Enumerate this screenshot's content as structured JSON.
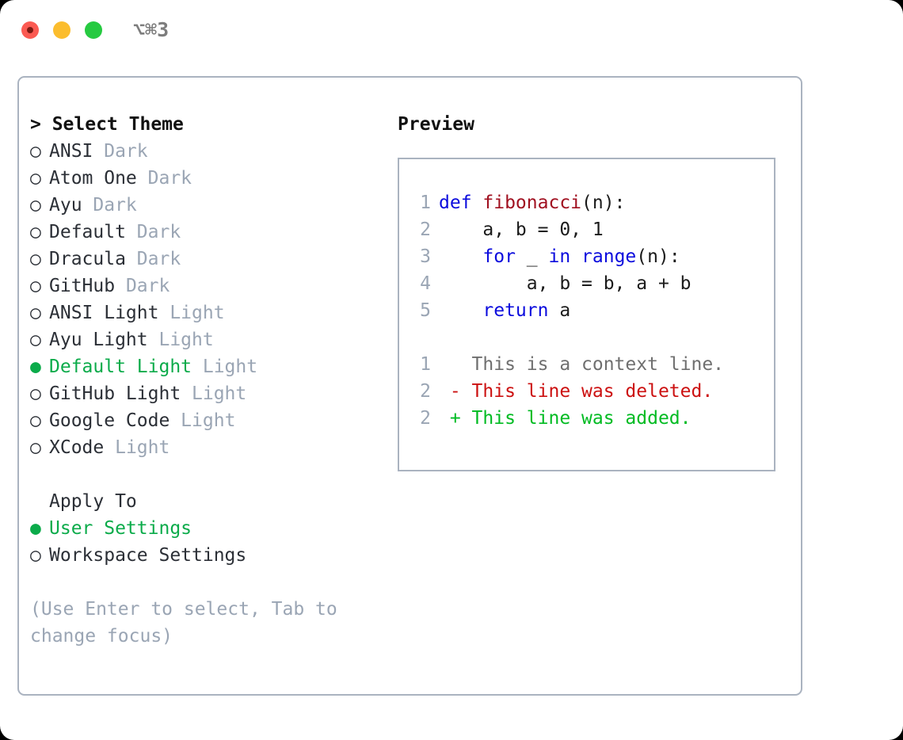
{
  "window": {
    "shortcut": "⌥⌘3",
    "traffic_lights": [
      "close",
      "minimize",
      "maximize"
    ],
    "colors": {
      "close": "#fb5a52",
      "minimize": "#fbbd2e",
      "maximize": "#26ca41",
      "panel_border": "#aab3c0",
      "accent_green": "#0bab4a",
      "muted": "#9aa5b4",
      "keyword_blue": "#0b0bdd",
      "function_red": "#a01020",
      "diff_add": "#00bb22",
      "diff_del": "#cc1111"
    }
  },
  "theme_panel": {
    "title": "> Select Theme",
    "bullet_selected": "●",
    "bullet_unselected": "○",
    "items": [
      {
        "name": "ANSI",
        "meta": "Dark",
        "selected": false
      },
      {
        "name": "Atom One",
        "meta": "Dark",
        "selected": false
      },
      {
        "name": "Ayu",
        "meta": "Dark",
        "selected": false
      },
      {
        "name": "Default",
        "meta": "Dark",
        "selected": false
      },
      {
        "name": "Dracula",
        "meta": "Dark",
        "selected": false
      },
      {
        "name": "GitHub",
        "meta": "Dark",
        "selected": false
      },
      {
        "name": "ANSI Light",
        "meta": "Light",
        "selected": false
      },
      {
        "name": "Ayu Light",
        "meta": "Light",
        "selected": false
      },
      {
        "name": "Default Light",
        "meta": "Light",
        "selected": true
      },
      {
        "name": "GitHub Light",
        "meta": "Light",
        "selected": false
      },
      {
        "name": "Google Code",
        "meta": "Light",
        "selected": false
      },
      {
        "name": "XCode",
        "meta": "Light",
        "selected": false
      }
    ]
  },
  "apply_to": {
    "title": "Apply To",
    "options": [
      {
        "label": "User Settings",
        "selected": true
      },
      {
        "label": "Workspace Settings",
        "selected": false
      }
    ]
  },
  "hint": "(Use Enter to select, Tab to change focus)",
  "preview": {
    "title": "Preview",
    "code_lines": [
      {
        "lineno": "1",
        "tokens": [
          {
            "text": "def ",
            "type": "keyword"
          },
          {
            "text": "fibonacci",
            "type": "function"
          },
          {
            "text": "(n):",
            "type": "plain"
          }
        ]
      },
      {
        "lineno": "2",
        "tokens": [
          {
            "text": "    a, b = 0, 1",
            "type": "plain"
          }
        ]
      },
      {
        "lineno": "3",
        "tokens": [
          {
            "text": "    ",
            "type": "plain"
          },
          {
            "text": "for",
            "type": "keyword"
          },
          {
            "text": " _ ",
            "type": "plain"
          },
          {
            "text": "in",
            "type": "keyword"
          },
          {
            "text": " ",
            "type": "plain"
          },
          {
            "text": "range",
            "type": "keyword"
          },
          {
            "text": "(n):",
            "type": "plain"
          }
        ]
      },
      {
        "lineno": "4",
        "tokens": [
          {
            "text": "        a, b = b, a + b",
            "type": "plain"
          }
        ]
      },
      {
        "lineno": "5",
        "tokens": [
          {
            "text": "    ",
            "type": "plain"
          },
          {
            "text": "return",
            "type": "keyword"
          },
          {
            "text": " a",
            "type": "plain"
          }
        ]
      }
    ],
    "diff_lines": [
      {
        "lineno": "1",
        "marker": " ",
        "text": "This is a context line.",
        "kind": "context"
      },
      {
        "lineno": "2",
        "marker": "-",
        "text": "This line was deleted.",
        "kind": "deleted"
      },
      {
        "lineno": "2",
        "marker": "+",
        "text": "This line was added.",
        "kind": "added"
      }
    ]
  }
}
